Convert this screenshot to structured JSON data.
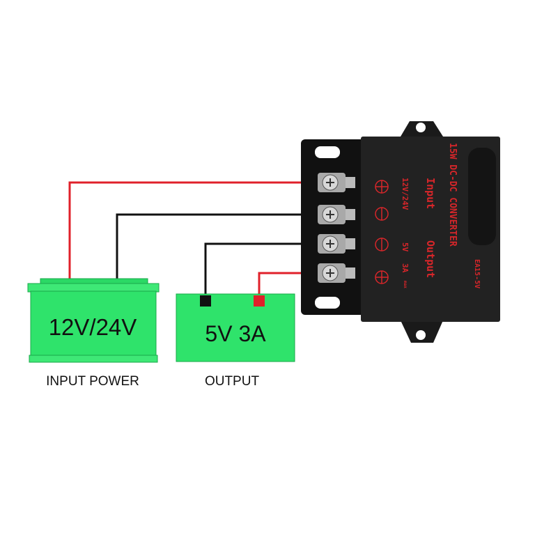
{
  "input_box": {
    "label": "12V/24V",
    "caption": "INPUT POWER"
  },
  "output_box": {
    "label": "5V 3A",
    "caption": "OUTPUT"
  },
  "converter": {
    "title": "15W DC-DC CONVERTER",
    "input_label": "Input",
    "output_label": "Output",
    "input_spec": "12V/24V",
    "output_spec_v": "5V",
    "output_spec_a": "3A",
    "output_spec_max": "max",
    "model": "EA15-5V",
    "terminal_symbols": [
      "+",
      "-",
      "-",
      "+"
    ]
  },
  "colors": {
    "box_green": "#2fe36b",
    "wire_red": "#e0202a",
    "wire_black": "#111111",
    "body": "#1c1c1c",
    "print": "#d7262a"
  }
}
